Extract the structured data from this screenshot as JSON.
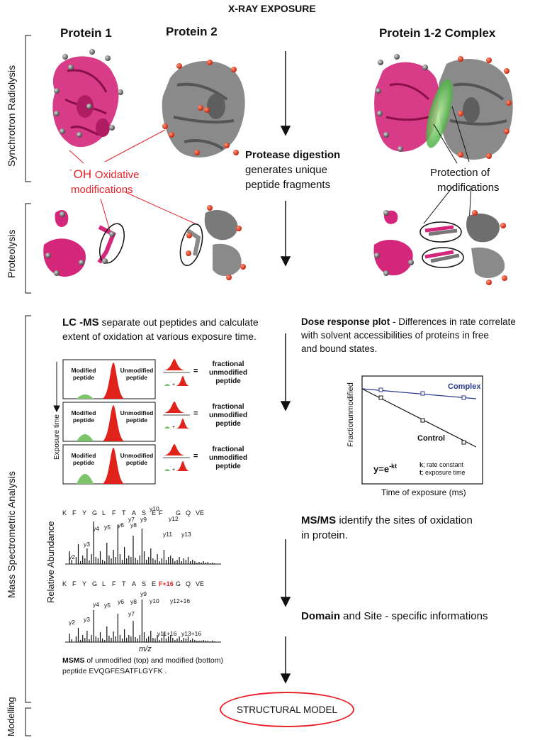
{
  "title": "X-RAY EXPOSURE",
  "columns": {
    "protein1": "Protein 1",
    "protein2": "Protein 2",
    "complex": "Protein 1-2 Complex"
  },
  "stages": {
    "synchrotron": "Synchrotron Radiolysis",
    "proteolysis": "Proteolysis",
    "mass_spec": "Mass Spectrometric Analysis",
    "modelling": "Modelling"
  },
  "oxidative": {
    "oh": "˙OH",
    "line1": "Oxidative",
    "line2": "modifications"
  },
  "protease": {
    "bold": "Protease digestion",
    "line2": "generates unique",
    "line3": "peptide fragments"
  },
  "protection": {
    "line1": "Protection of",
    "line2": "modifications"
  },
  "lcms": {
    "bold": "LC -MS",
    "line1": " separate out peptides and calculate",
    "line2": "extent  of oxidation at various exposure time."
  },
  "dose": {
    "bold": "Dose response plot",
    "line1": " - Differences in rate correlate",
    "line2": "with solvent accessibilities of proteins in free",
    "line3": "and bound states."
  },
  "chromatogram": {
    "modified": "Modified peptide",
    "unmodified": "Unmodified peptide",
    "fraction_eq": "=",
    "fraction_text": "fractional unmodified peptide",
    "exposure_time": "Exposure time",
    "rows": 3
  },
  "dose_plot": {
    "complex_label": "Complex",
    "control_label": "Control",
    "ylabel1": "Fraction",
    "ylabel2": "unmodified",
    "xlabel": "Time of exposure (ms)",
    "equation": "y=e",
    "exponent": "-kt",
    "k_def_key": "k",
    "k_def": "; rate constant",
    "t_def_key": "t",
    "t_def": "; exposure time",
    "colors": {
      "complex": "#2b3a8f",
      "control": "#111111"
    }
  },
  "msms": {
    "bold": "MS/MS",
    "line1": " identify the sites of oxidation",
    "line2": "in protein.",
    "ylabel": "Relative Abundance",
    "xlabel": "m/z",
    "seq_top": [
      "K",
      "F",
      "Y",
      "G",
      "L",
      "F",
      "T",
      "A",
      "S",
      "E",
      "F",
      "G",
      "Q",
      "VE"
    ],
    "seq_bottom": [
      "K",
      "F",
      "Y",
      "G",
      "L",
      "F",
      "T",
      "A",
      "S",
      "E",
      "F+16",
      "G",
      "Q",
      "VE"
    ],
    "ions_top": [
      "y2",
      "y3",
      "y4",
      "y5",
      "y6",
      "y7",
      "y8",
      "y9",
      "y10",
      "y11",
      "y12",
      "y13"
    ],
    "ions_bottom": [
      "y2",
      "y3",
      "y4",
      "y5",
      "y6",
      "y7",
      "y8",
      "y9",
      "y10",
      "y11+16",
      "y12+16",
      "y13+16"
    ],
    "caption_bold": "MSMS",
    "caption1": " of unmodified (top) and modified (bottom)",
    "caption2": "peptide EVQGFESATFLGYFK ."
  },
  "domain": {
    "bold": "Domain",
    "rest": " and Site - specific informations"
  },
  "structural_model": "STRUCTURAL MODEL",
  "colors": {
    "accent_red": "#e8232a",
    "magenta": "#d4267a",
    "gray_protein": "#7a7a7a",
    "green_interface": "#7cd46a"
  }
}
